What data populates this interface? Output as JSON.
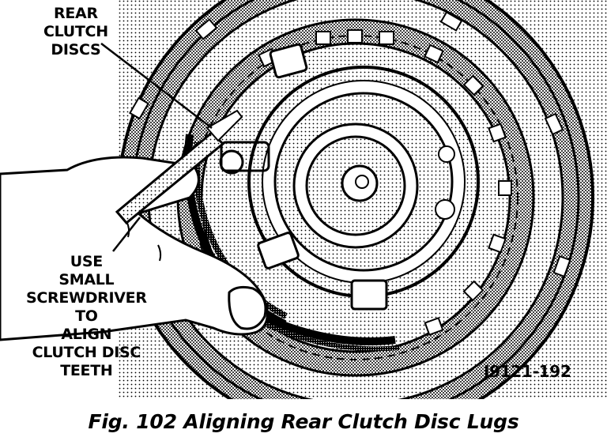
{
  "callouts": {
    "rear_clutch_discs": [
      "REAR",
      "CLUTCH",
      "DISCS"
    ],
    "use_small_screwdriver": [
      "USE",
      "SMALL",
      "SCREWDRIVER",
      "TO",
      "ALIGN",
      "CLUTCH DISC",
      "TEETH"
    ]
  },
  "figure_code": "J9121-192",
  "caption": "Fig. 102 Aligning Rear Clutch Disc Lugs",
  "colors": {
    "ink": "#000000",
    "paper": "#ffffff",
    "halftone": "#6e6e6e"
  }
}
